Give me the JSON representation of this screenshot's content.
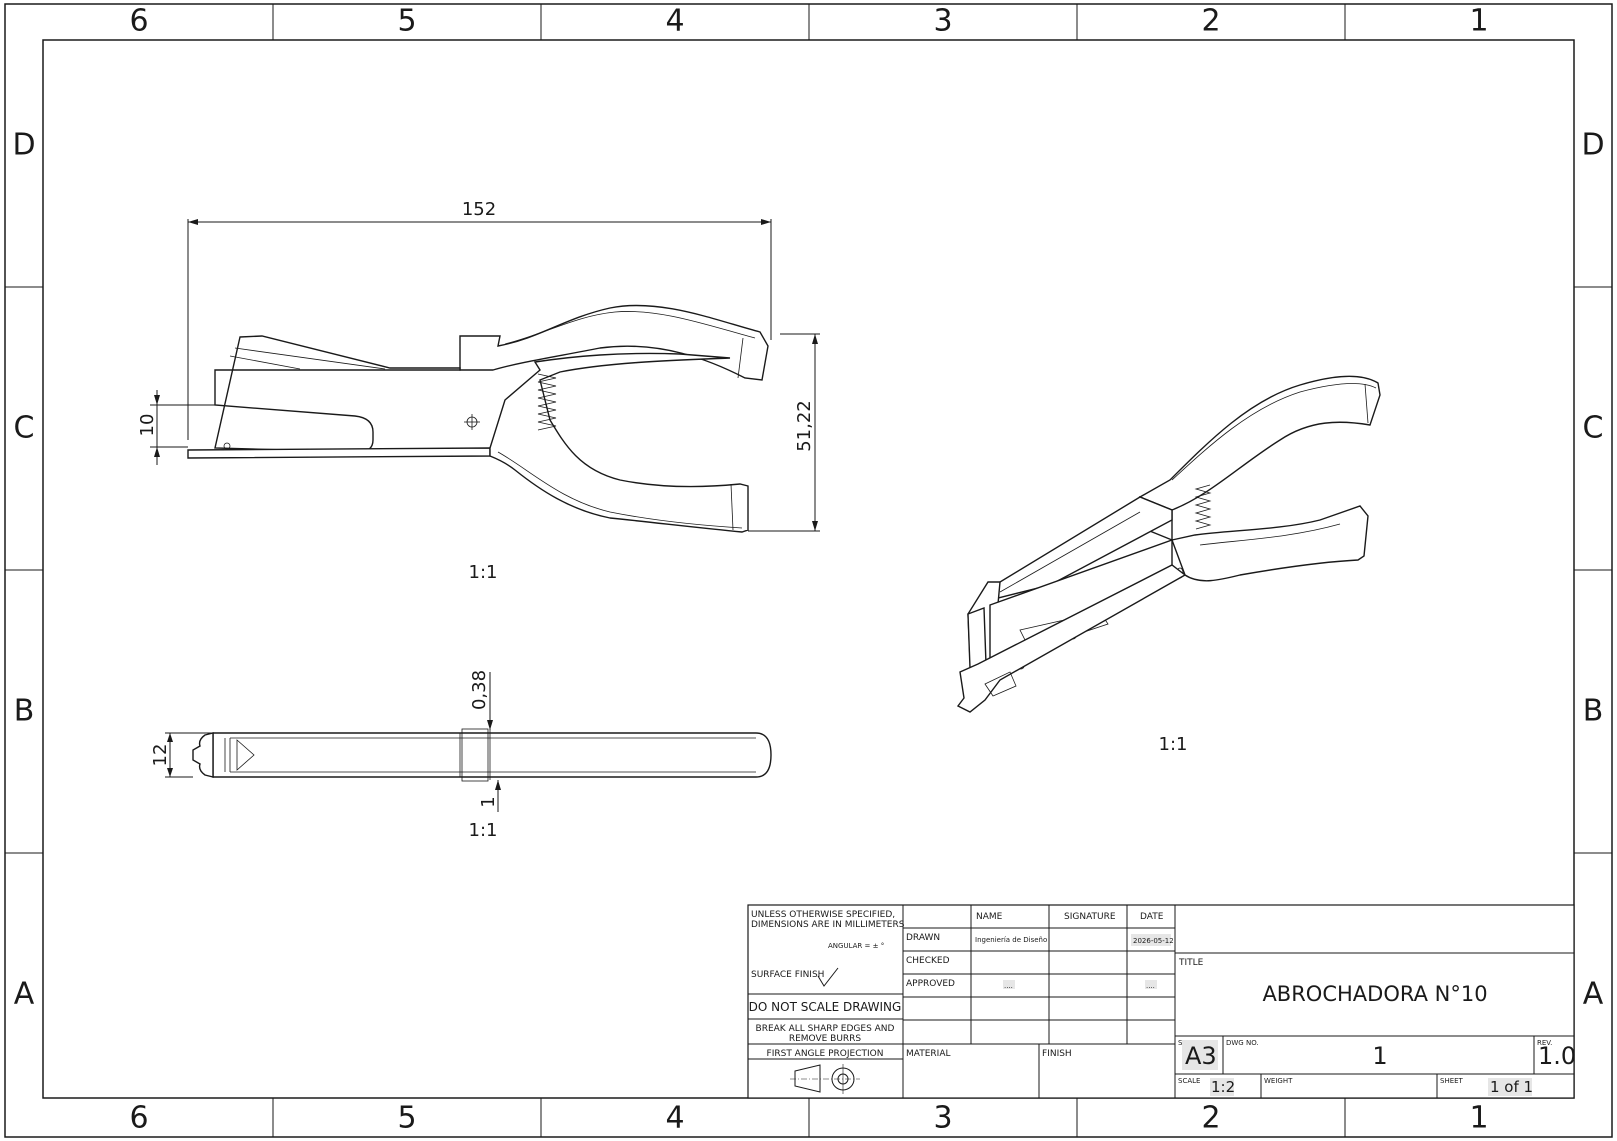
{
  "sheet": {
    "zones_top": [
      "6",
      "5",
      "4",
      "3",
      "2",
      "1"
    ],
    "zones_bottom": [
      "6",
      "5",
      "4",
      "3",
      "2",
      "1"
    ],
    "zones_left": [
      "D",
      "C",
      "B",
      "A"
    ],
    "zones_right": [
      "D",
      "C",
      "B",
      "A"
    ]
  },
  "views": {
    "front": {
      "scale": "1:1",
      "dim_length": "152",
      "dim_height": "51,22",
      "dim_jaw": "10"
    },
    "top": {
      "scale": "1:1",
      "dim_width": "12",
      "dim_gap": "0,38",
      "dim_bottom": "1"
    },
    "iso": {
      "scale": "1:1"
    }
  },
  "title_block": {
    "tolerance_note_1": "UNLESS OTHERWISE SPECIFIED,",
    "tolerance_note_2": "DIMENSIONS ARE IN MILLIMETERS",
    "angular": "ANGULAR = ± °",
    "surface_finish": "SURFACE FINISH",
    "do_not_scale": "DO NOT SCALE DRAWING",
    "break_edges_1": "BREAK ALL SHARP EDGES AND",
    "break_edges_2": "REMOVE BURRS",
    "projection": "FIRST ANGLE PROJECTION",
    "col_name": "NAME",
    "col_signature": "SIGNATURE",
    "col_date": "DATE",
    "row_drawn": "DRAWN",
    "row_checked": "CHECKED",
    "row_approved": "APPROVED",
    "drawn_name": "Ingeniería de Diseño",
    "drawn_date": "2026-05-12",
    "approved_name": "....",
    "approved_date": "....",
    "material_label": "MATERIAL",
    "finish_label": "FINISH",
    "title_label": "TITLE",
    "title": "ABROCHADORA N°10",
    "size_label": "SI",
    "size": "A3",
    "dwg_label": "DWG NO.",
    "dwg_no": "1",
    "rev_label": "REV.",
    "rev": "1.0",
    "scale_label": "SCALE",
    "scale": "1:2",
    "weight_label": "WEIGHT",
    "sheet_label": "SHEET",
    "sheet": "1 of 1"
  }
}
